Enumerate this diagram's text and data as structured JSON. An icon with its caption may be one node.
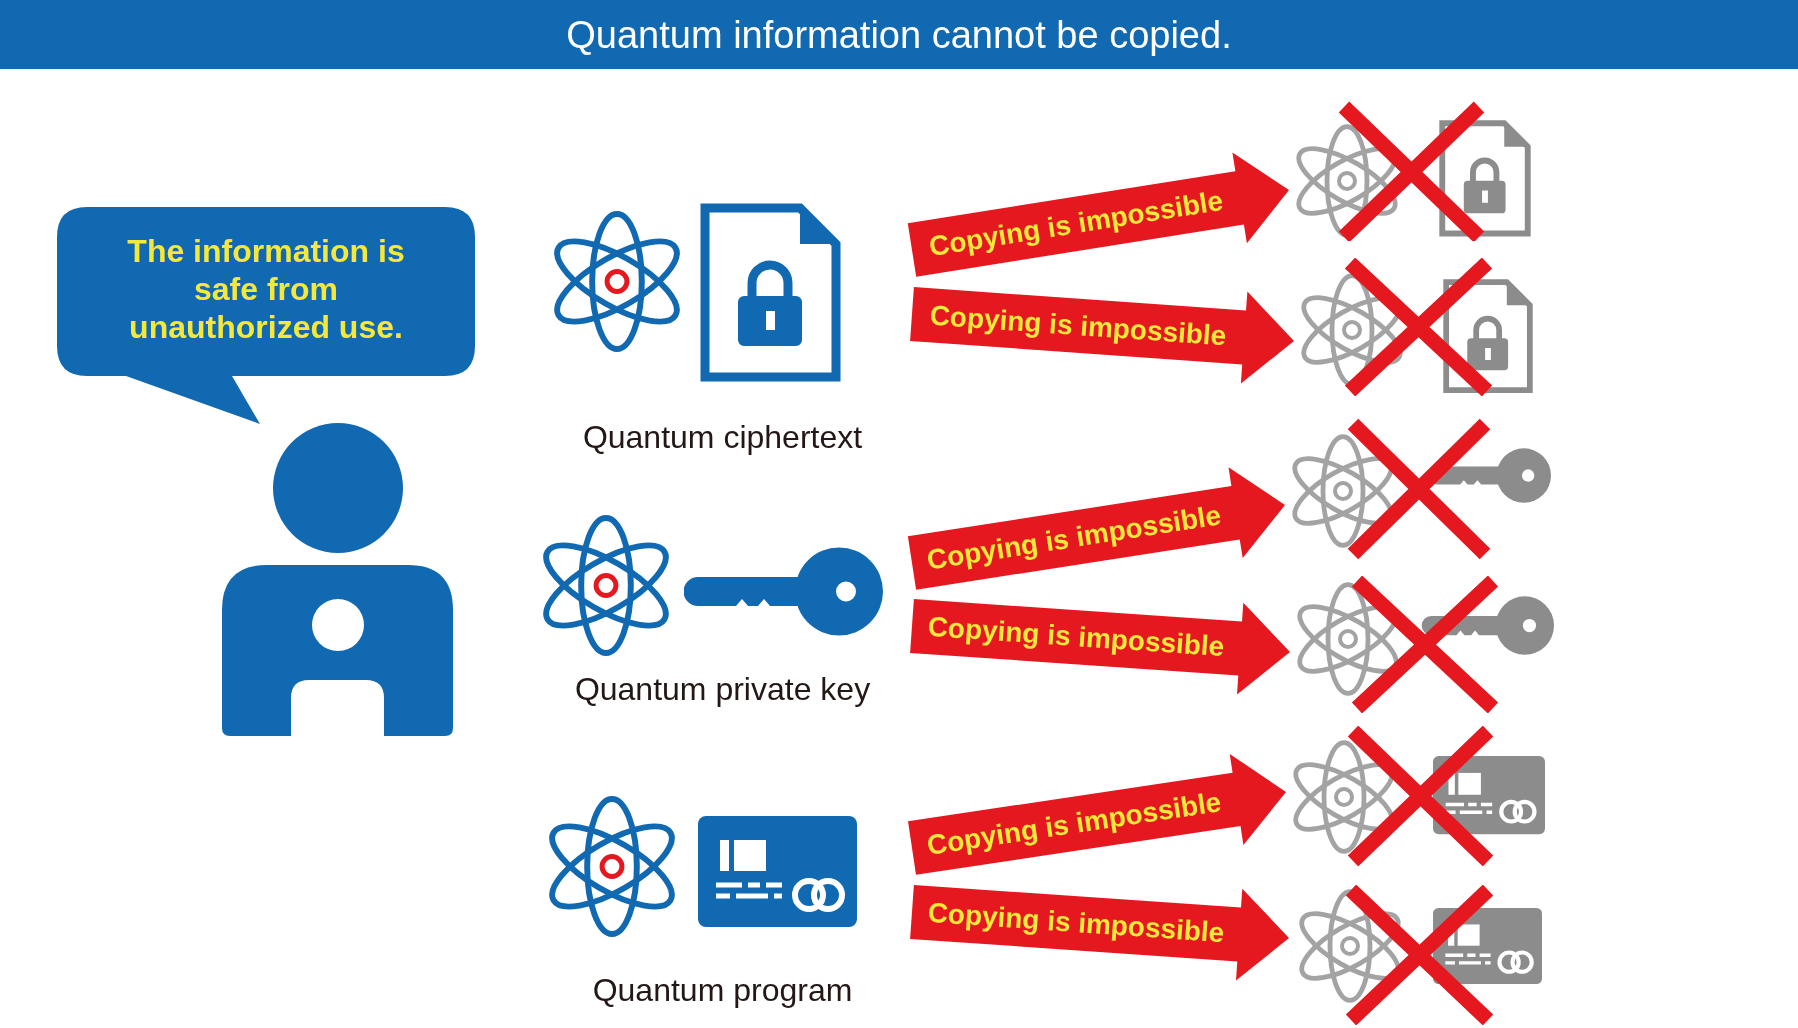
{
  "diagram": {
    "title": "Quantum information cannot be copied.",
    "nodes": [
      {
        "text": [
          "The information is safe from unauthorized use."
        ]
      },
      {
        "text": [
          "Quantum ciphertext"
        ]
      },
      {
        "text": [
          "Quantum private key"
        ]
      },
      {
        "text": [
          "Quantum program"
        ]
      },
      {
        "text": [],
        "shape": "picture"
      },
      {
        "text": [],
        "shape": "picture"
      },
      {
        "text": [],
        "shape": "picture"
      },
      {
        "text": [],
        "shape": "picture"
      },
      {
        "text": [],
        "shape": "picture"
      },
      {
        "text": [],
        "shape": "picture"
      }
    ],
    "edges": [
      {
        "from": 1,
        "to": 4,
        "arrow": "to",
        "label": "Copying is impossible"
      },
      {
        "from": 1,
        "to": 5,
        "arrow": "to",
        "label": "Copying is impossible"
      },
      {
        "from": 2,
        "to": 6,
        "arrow": "to",
        "label": "Copying is impossible"
      },
      {
        "from": 2,
        "to": 7,
        "arrow": "to",
        "label": "Copying is impossible"
      },
      {
        "from": 3,
        "to": 8,
        "arrow": "to",
        "label": "Copying is impossible"
      },
      {
        "from": 3,
        "to": 9,
        "arrow": "to",
        "label": "Copying is impossible"
      }
    ]
  }
}
